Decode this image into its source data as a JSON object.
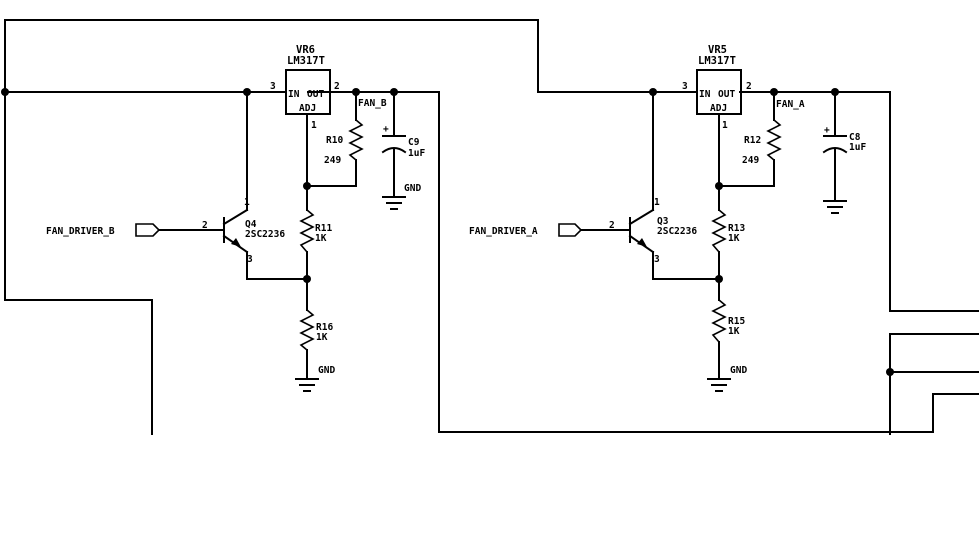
{
  "circuit_b": {
    "regulator": {
      "ref": "VR6",
      "part": "LM317T",
      "pin_in": "IN",
      "pin_out": "OUT",
      "pin_adj": "ADJ",
      "pin_in_num": "3",
      "pin_out_num": "2",
      "pin_adj_num": "1"
    },
    "net_out": "FAN_B",
    "r_top": {
      "ref": "R10",
      "value": "249"
    },
    "cap": {
      "ref": "C9",
      "value": "1uF",
      "plus": "+"
    },
    "cap_gnd": "GND",
    "r_mid": {
      "ref": "R11",
      "value": "1K"
    },
    "r_bot": {
      "ref": "R16",
      "value": "1K"
    },
    "gnd": "GND",
    "transistor": {
      "ref": "Q4",
      "part": "2SC2236",
      "pin_c": "1",
      "pin_b": "2",
      "pin_e": "3"
    },
    "input_net": "FAN_DRIVER_B"
  },
  "circuit_a": {
    "regulator": {
      "ref": "VR5",
      "part": "LM317T",
      "pin_in": "IN",
      "pin_out": "OUT",
      "pin_adj": "ADJ",
      "pin_in_num": "3",
      "pin_out_num": "2",
      "pin_adj_num": "1"
    },
    "net_out": "FAN_A",
    "r_top": {
      "ref": "R12",
      "value": "249"
    },
    "cap": {
      "ref": "C8",
      "value": "1uF",
      "plus": "+"
    },
    "r_mid": {
      "ref": "R13",
      "value": "1K"
    },
    "r_bot": {
      "ref": "R15",
      "value": "1K"
    },
    "gnd": "GND",
    "transistor": {
      "ref": "Q3",
      "part": "2SC2236",
      "pin_c": "1",
      "pin_b": "2",
      "pin_e": "3"
    },
    "input_net": "FAN_DRIVER_A"
  }
}
